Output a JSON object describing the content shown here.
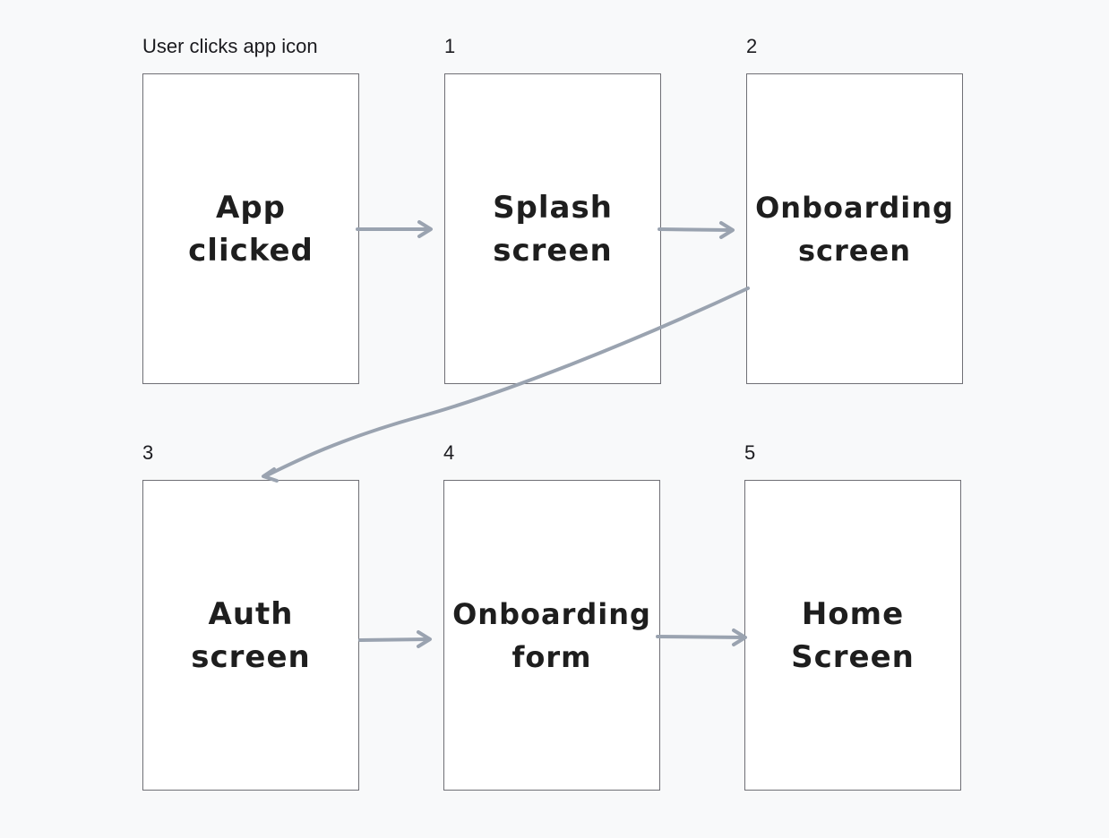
{
  "frames": [
    {
      "label": "User clicks app icon",
      "title_line1": "App",
      "title_line2": "clicked"
    },
    {
      "label": "1",
      "title_line1": "Splash",
      "title_line2": "screen"
    },
    {
      "label": "2",
      "title_line1": "Onboarding",
      "title_line2": "screen"
    },
    {
      "label": "3",
      "title_line1": "Auth",
      "title_line2": "screen"
    },
    {
      "label": "4",
      "title_line1": "Onboarding",
      "title_line2": "form"
    },
    {
      "label": "5",
      "title_line1": "Home",
      "title_line2": "Screen"
    }
  ],
  "colors": {
    "background": "#f8f9fa",
    "frame_fill": "#ffffff",
    "frame_border": "#6f6f75",
    "arrow": "#9aa3b0",
    "text": "#1e1e1e"
  }
}
